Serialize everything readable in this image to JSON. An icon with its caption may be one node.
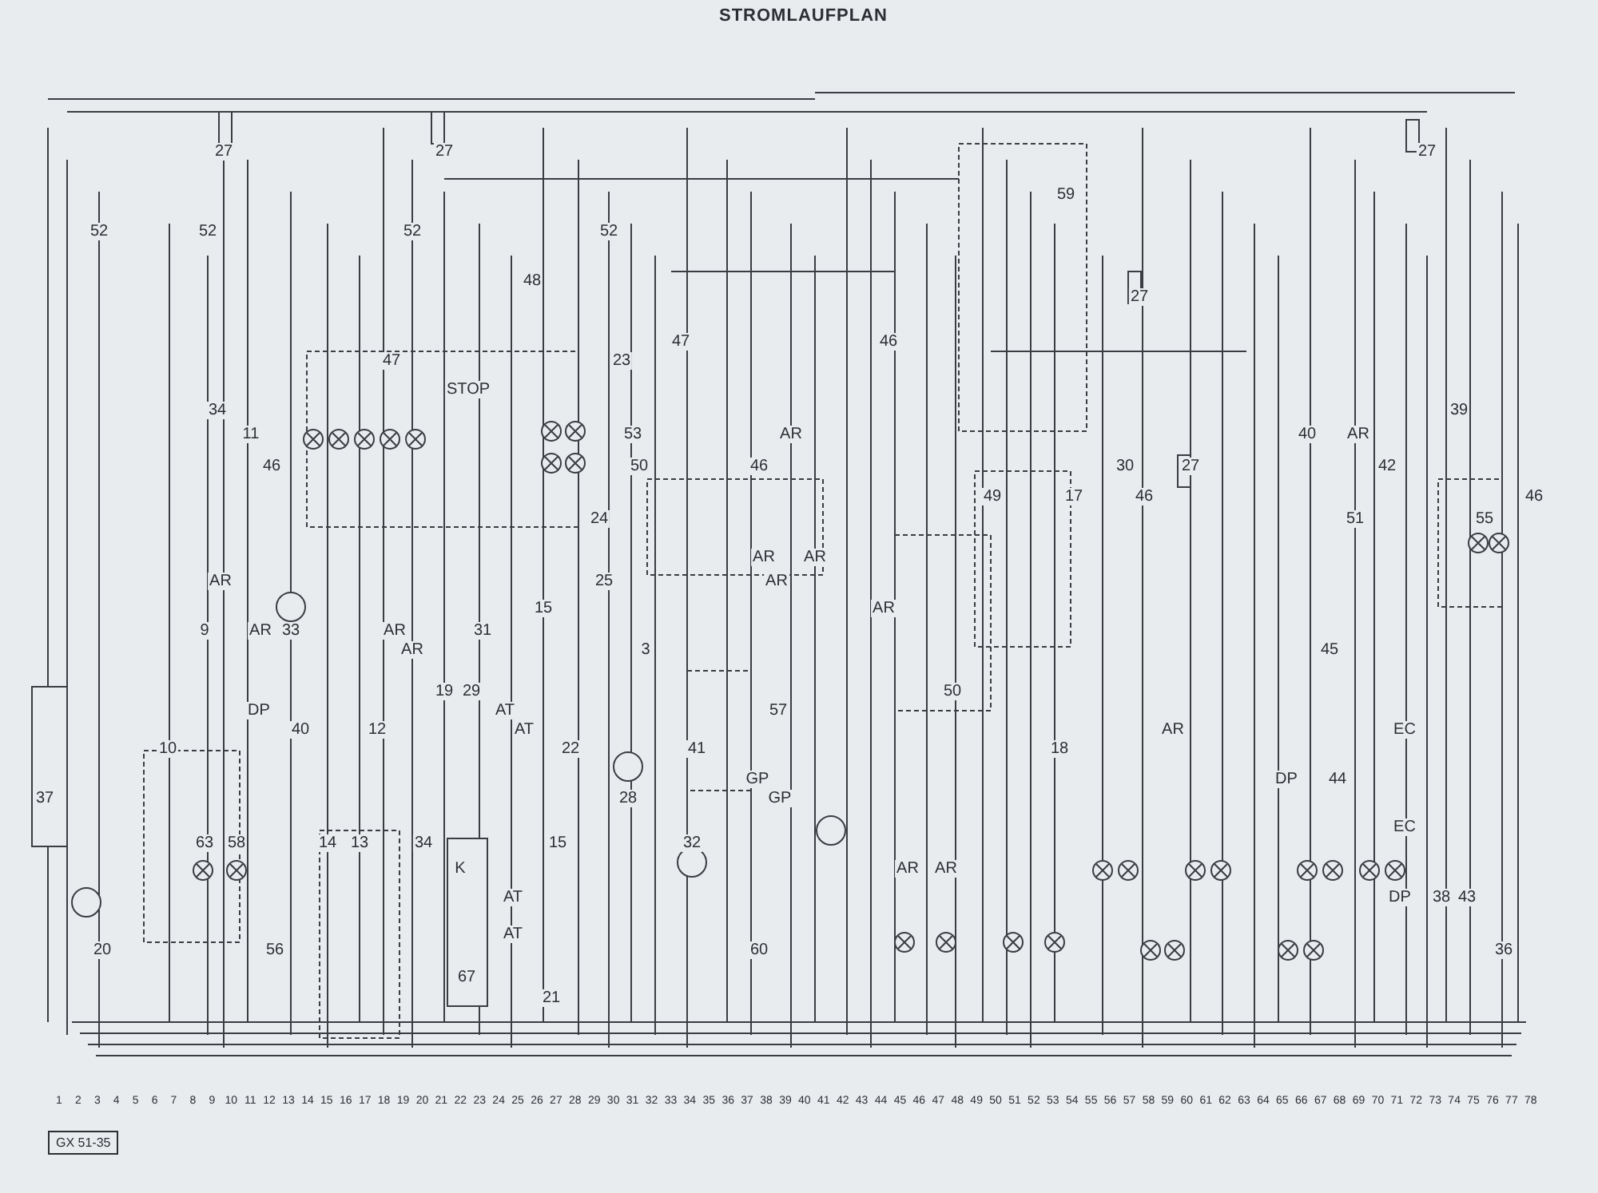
{
  "diagram": {
    "title": "STROMLAUFPLAN",
    "labels": [
      "1",
      "2",
      "3",
      "4",
      "5",
      "6",
      "7",
      "8",
      "9",
      "10",
      "11",
      "12",
      "13",
      "14",
      "15",
      "16",
      "17",
      "18",
      "19",
      "20",
      "21",
      "22",
      "23",
      "24",
      "25",
      "26",
      "27",
      "28",
      "29",
      "30",
      "31",
      "32",
      "33",
      "34",
      "35",
      "36",
      "37",
      "38",
      "39",
      "40",
      "41",
      "42",
      "43",
      "44",
      "45",
      "46",
      "47",
      "48",
      "49",
      "50",
      "51",
      "52",
      "53",
      "54",
      "55",
      "56",
      "57",
      "58",
      "59",
      "60",
      "61",
      "62",
      "63",
      "64",
      "65",
      "66",
      "67",
      "68",
      "69",
      "70",
      "71",
      "72",
      "73",
      "74",
      "75",
      "76",
      "77",
      "78",
      "27",
      "27",
      "27",
      "59",
      "52",
      "52",
      "52",
      "52",
      "48",
      "27",
      "47",
      "46",
      "47",
      "23",
      "STOP",
      "34",
      "39",
      "11",
      "53",
      "AR",
      "40",
      "AR",
      "46",
      "50",
      "46",
      "30",
      "27",
      "42",
      "49",
      "17",
      "46",
      "46",
      "24",
      "51",
      "55",
      "AR",
      "AR",
      "AR",
      "25",
      "AR",
      "15",
      "AR",
      "9",
      "AR",
      "33",
      "AR",
      "31",
      "AR",
      "3",
      "45",
      "19",
      "29",
      "50",
      "DP",
      "AT",
      "57",
      "40",
      "12",
      "AT",
      "AR",
      "EC",
      "10",
      "22",
      "41",
      "18",
      "GP",
      "DP",
      "44",
      "37",
      "28",
      "GP",
      "EC",
      "63",
      "58",
      "14",
      "13",
      "34",
      "15",
      "32",
      "K",
      "AR",
      "AR",
      "AT",
      "DP",
      "38",
      "43",
      "AT",
      "20",
      "56",
      "60",
      "36",
      "67",
      "21",
      "GX 51-35"
    ]
  }
}
